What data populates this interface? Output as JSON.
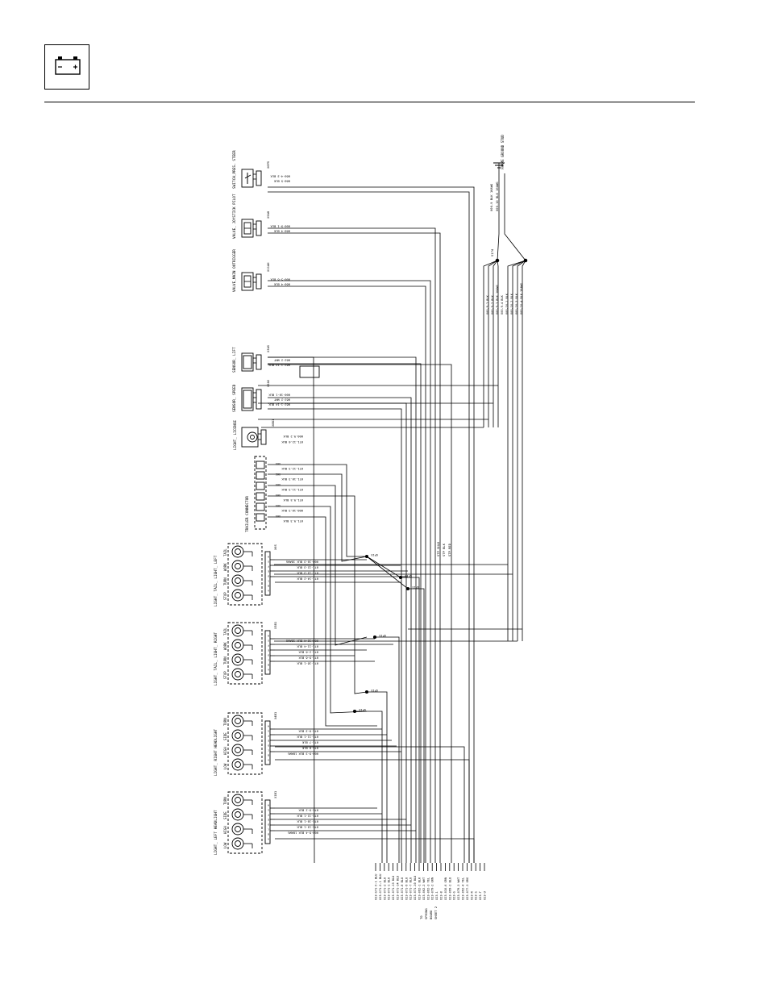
{
  "header": {
    "icon": "battery-icon"
  },
  "components": [
    {
      "id": "steer-switch",
      "label": "SWITCH_PRES. STEER"
    },
    {
      "id": "joystick-valve",
      "label": "VALVE_ JOYSTICK PILOT"
    },
    {
      "id": "outrigger-valve",
      "label": "VALVE_MAIN OUTRIGGER"
    },
    {
      "id": "lift-sensor",
      "label": "SENSOR_ LIFT"
    },
    {
      "id": "speed-sensor",
      "label": "SENSOR_ SPEED"
    },
    {
      "id": "license-light",
      "label": "LIGHT_ LICENSE"
    },
    {
      "id": "trailer-connector",
      "label": "TRAILER CONNECTOR"
    },
    {
      "id": "tail-left",
      "label": "LIGHT_ TAIL_ LIGHT_ LEFT",
      "lamps": [
        "TAIL",
        "WORK",
        "TURN",
        "STOP"
      ]
    },
    {
      "id": "tail-right",
      "label": "LIGHT_ TAIL_ LIGHT_ RIGHT",
      "lamps": [
        "TAIL",
        "WORK",
        "TURN",
        "STOP"
      ]
    },
    {
      "id": "head-right",
      "label": "LIGHT_ RIGHT HEADLIGHT",
      "lamps": [
        "TURN",
        "SIDE",
        "HIGH",
        "LOW"
      ]
    },
    {
      "id": "head-left",
      "label": "LIGHT_ LEFT HEADLIGHT",
      "lamps": [
        "TURN",
        "SIDE",
        "HIGH",
        "LOW"
      ]
    }
  ],
  "connectors": [
    "X6PS",
    "X9AH",
    "X11AH",
    "X3AS",
    "X2AS",
    "X8B1",
    "X6S",
    "X3B1",
    "X4B1",
    "X1B1",
    "X2B1"
  ],
  "splices": [
    "SP15",
    "SP15",
    "SP15",
    "SP15",
    "SP15",
    "SP15"
  ],
  "ground": {
    "label": "FRAME GROUND STUD",
    "splice": "S174",
    "wires": [
      "000-9 BLK 16AWG",
      "000-10 BLK 16AWG"
    ]
  },
  "connector_wires": {
    "X6PS": [
      "060-4-3 BLK",
      "060-5 BLK"
    ],
    "X9AH": [
      "000-9-1 BLK",
      "060-4 BLK"
    ],
    "X11AH": [
      "000-5-6 BLK",
      "060-4 BLK"
    ],
    "X3AS": [
      "000-10-1 BLK",
      "062-2 WHT",
      "062-1-14 BLK"
    ],
    "X8B1": [
      "000-9-2 BLK",
      "071-12-6 BLK"
    ],
    "X6S": [
      "071-12-3 BLK",
      "071-10-3 BLK",
      "071-11-3 BLK",
      "071-9-5 BLK",
      "000-10-3 BLK",
      "071-9-3 BLK"
    ],
    "X3B1": [
      "000-10-3 BLK 18AWG",
      "071-12-3 BLK",
      "071-13-3 BLK",
      "071-14-2 BLK"
    ],
    "X4B1": [
      "000-10-4 BLK 18AWG",
      "071-11-4 BLK",
      "071-2-6 BLK",
      "071-9-6 BLK",
      "071-16-1 BLK"
    ],
    "X1B1": [
      "071-9-3 BLK",
      "071-11-1 BLK",
      "071-7 BLK",
      "071-8 BLK",
      "000-9-3 BLK 18AWG"
    ],
    "X2B1": [
      "071-9-2 BLK",
      "071-12-1 BLK",
      "071-10-1 BLK",
      "071-13-1 BLK",
      "000-9-4 BLK 18AWG"
    ]
  },
  "stp_wires": [
    "STP SHLD",
    "STP BLK",
    "STP RED"
  ],
  "ground_bus": [
    "000-9-1 BLK",
    "000-9-2 BLK",
    "000-9-3 BLK 16AWG",
    "000-9-4 BLK",
    "000-10-1 BLK",
    "000-10-2 BLK",
    "000-10-3 BLK",
    "000-10-4 BLK 16AWG"
  ],
  "bottom_wires": [
    "X23-G71-5-1 BLU",
    "X23-G71-5-1 BLU",
    "X23-071-2 BLU",
    "X23-071-1 BLU",
    "X23-071-13 BLU",
    "X23-071-14 BLU",
    "X23-071-8 BLU",
    "X23-071-9 BLU",
    "X23-071-7 BLU",
    "X23-071-10 BLU",
    "X23-062-1 BLK",
    "X23-062-2 WHT",
    "X23-062-3 YEL",
    "X23-079-2 GRN",
    "X23-1",
    "X23-8",
    "X23-010-6 GRN",
    "X23-069-2 BLU",
    "X23-G",
    "X23-079-3 WHT",
    "X23-062-4 YEL",
    "X23-077-3 ORG",
    "X23-R",
    "X23-S",
    "X23-T",
    "X23-U"
  ],
  "bottom_caption": "TO SPRING BOARD SHEET 2"
}
